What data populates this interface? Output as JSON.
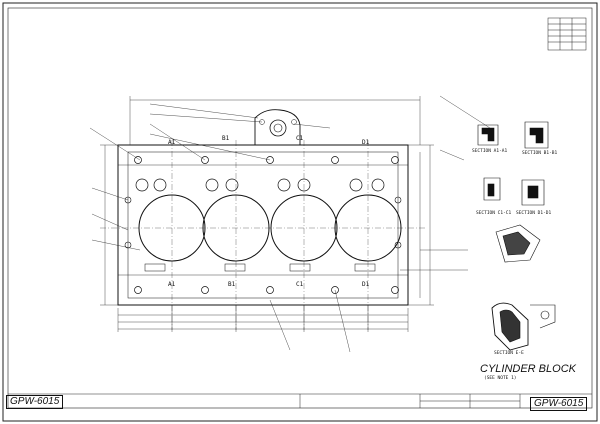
{
  "drawing": {
    "number_left": "GPW-6015",
    "number_right": "GPW-6015",
    "title": "CYLINDER BLOCK",
    "subtitle": "(SEE NOTE 1)",
    "sections": {
      "a": "SECTION A1-A1",
      "b": "SECTION B1-B1",
      "c": "SECTION C1-C1",
      "d": "SECTION D1-D1",
      "e": "SECTION E-E"
    },
    "cut_labels": [
      "A1",
      "B1",
      "C1",
      "D1",
      "A1",
      "B1",
      "C1",
      "D1"
    ]
  }
}
